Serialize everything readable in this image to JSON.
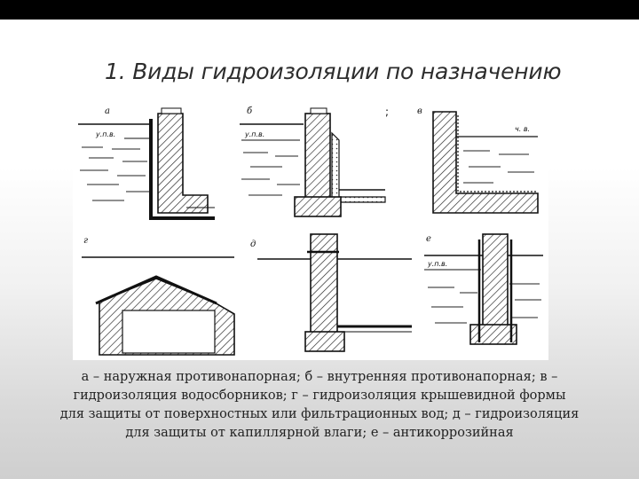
{
  "title": "1. Виды гидроизоляции по назначению",
  "figure": {
    "panel_labels": [
      "а",
      "б",
      "в",
      "г",
      "д",
      "е"
    ],
    "water_labels": {
      "upv": "у.п.в.",
      "chv": "ч. в."
    }
  },
  "caption_lines": [
    "а – наружная противонапорная; б – внутренняя противонапорная; в –",
    "гидроизоляция водосборников; г – гидроизоляция крышевидной формы",
    "для защиты от поверхностных или фильтрационных вод; д – гидроизоляция",
    "для защиты от капиллярной влаги; е – антикоррозийная"
  ]
}
